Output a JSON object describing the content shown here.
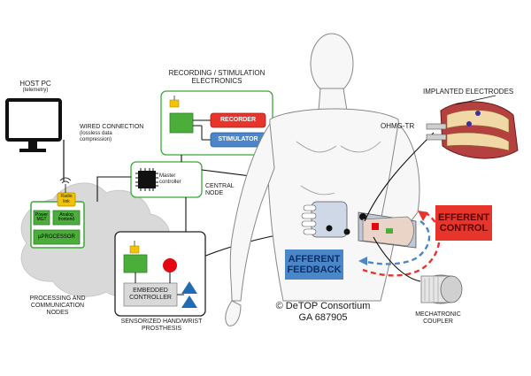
{
  "labels": {
    "host_pc": "HOST PC",
    "telemetry": "(telemetry)",
    "recording_title": "RECORDING / STIMULATION\nELECTRONICS",
    "wired_connection": "WIRED CONNECTION",
    "wired_detail": "(lossless data\ncompression)",
    "recorder": "RECORDER",
    "stimulator": "STIMULATOR",
    "master_controller": "Master\ncontroller",
    "central_node": "CENTRAL\nNODE",
    "radio_link": "Radio\nlink",
    "power_mgt": "Power\nMGT",
    "analog_frontend": "Analog\nfrontend",
    "uprocessor": "µPROCESSOR",
    "processing_nodes": "PROCESSING AND\nCOMMUNICATION\nNODES",
    "embedded_controller": "EMBEDDED\nCONTROLLER",
    "sensorized_prosthesis": "SENSORIZED HAND/WRIST\nPROSTHESIS",
    "afferent_feedback": "AFFERENT\nFEEDBACK",
    "efferent_control": "EFFERENT\nCONTROL",
    "implanted_electrodes": "IMPLANTED ELECTRODES",
    "ohmg_tr": "OHMG-TR",
    "mechatronic_coupler": "MECHATRONIC\nCOUPLER",
    "credit_line1": "© DeTOP Consortium",
    "credit_line2": "GA 687905"
  },
  "colors": {
    "green_border": "#3aa935",
    "green_fill": "#4cae3a",
    "recorder_red": "#e8352c",
    "stimulator_blue": "#4a86c8",
    "afferent_blue": "#4a86c8",
    "efferent_red": "#e8352c",
    "cloud_gray": "#d9d9d9",
    "yellow": "#f2c300",
    "triangle_blue": "#1f6bb5",
    "dot_red": "#e30613"
  },
  "icons": [
    "monitor-icon",
    "antenna-icon",
    "chip-icon",
    "arm-illustration",
    "electrode-illustration",
    "coupler-illustration"
  ]
}
